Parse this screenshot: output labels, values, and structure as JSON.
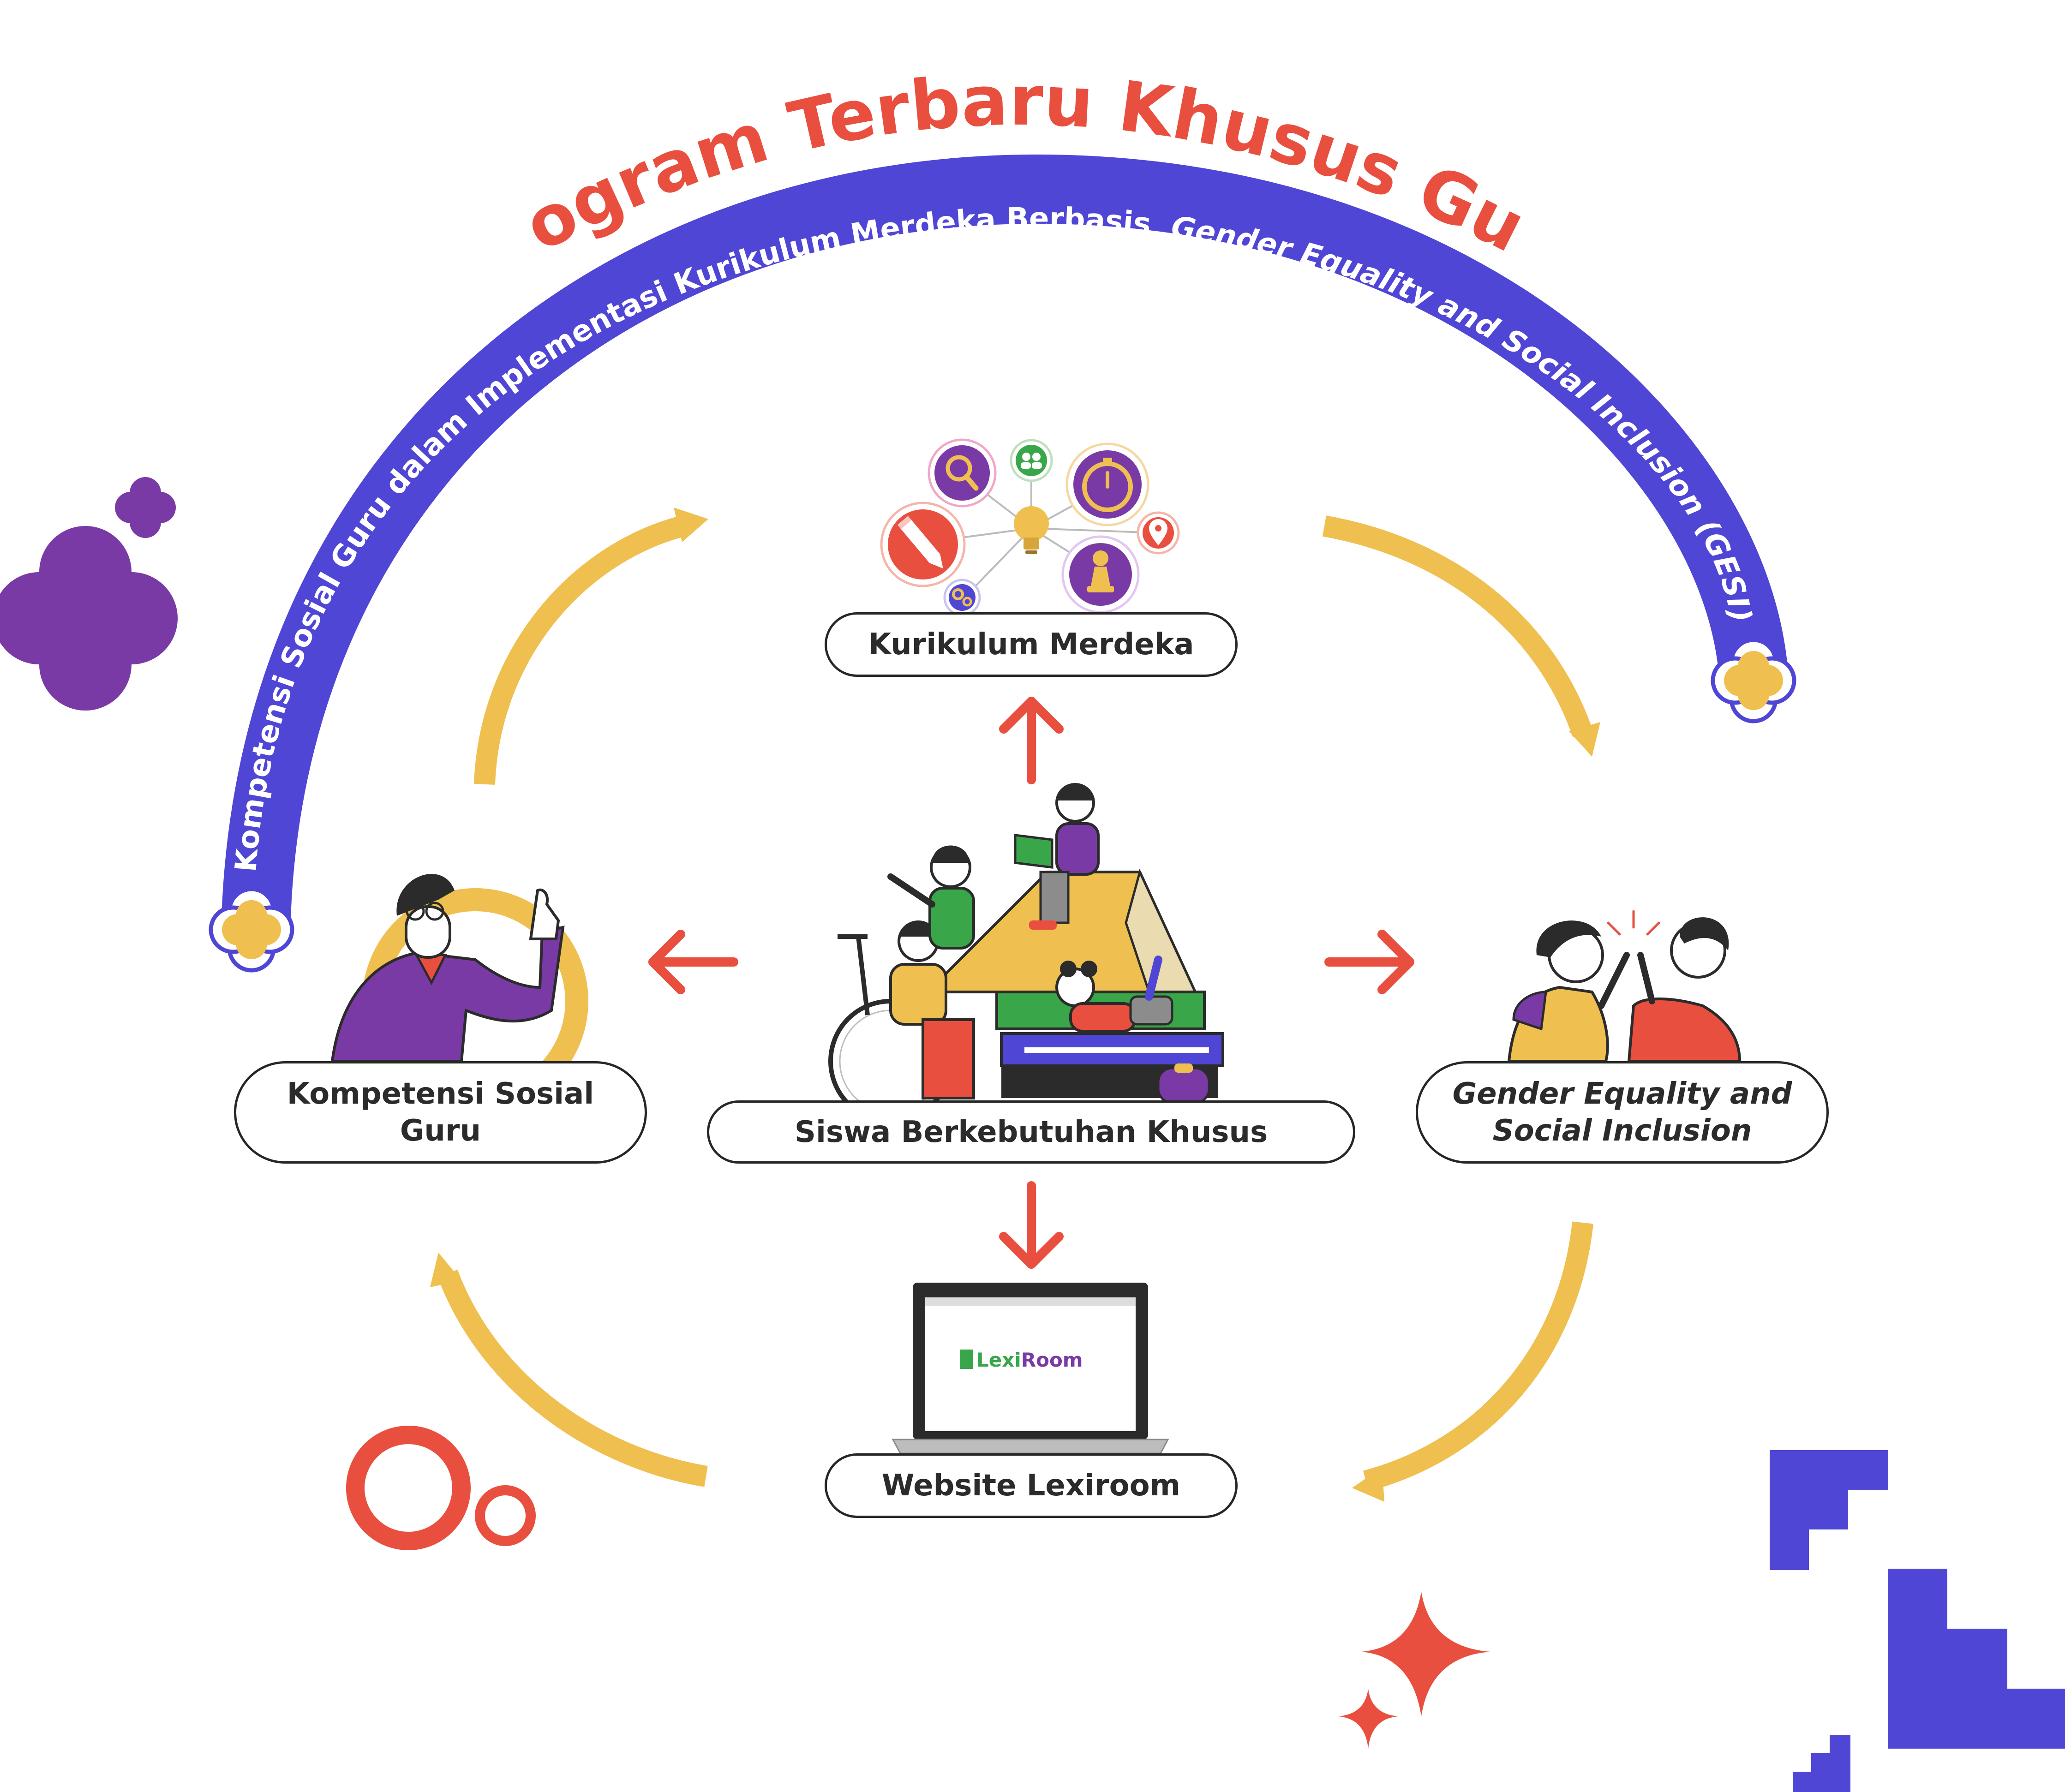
{
  "header": {
    "title": "Program Terbaru Khusus Guru",
    "arc_text_regular": "Kompetensi Sosial Guru dalam Implementasi Kurikulum Merdeka Berbasis",
    "arc_text_italic": "Gender Equality and Social Inclusion (GESI)"
  },
  "nodes": {
    "kurikulum": "Kurikulum Merdeka",
    "kompetensi_line1": "Kompetensi Sosial",
    "kompetensi_line2": "Guru",
    "siswa": "Siswa Berkebutuhan Khusus",
    "gesi_line1": "Gender Equality and",
    "gesi_line2": "Social Inclusion",
    "website": "Website Lexiroom"
  },
  "laptop_logo": {
    "part1": "Lexi",
    "part2": "Room"
  },
  "colors": {
    "title_red": "#E94F3F",
    "arc_blue": "#5046D5",
    "cycle_yellow": "#EFC050",
    "arrow_red": "#E94F3F",
    "deco_purple": "#7A3AA5",
    "lexi_green": "#3AA64A",
    "room_purple": "#7A3AA5"
  },
  "icons": [
    "magnifier-icon",
    "people-icon",
    "stopwatch-icon",
    "lightbulb-icon",
    "pencil-icon",
    "location-pin-icon",
    "chess-pawn-icon",
    "gears-icon"
  ]
}
